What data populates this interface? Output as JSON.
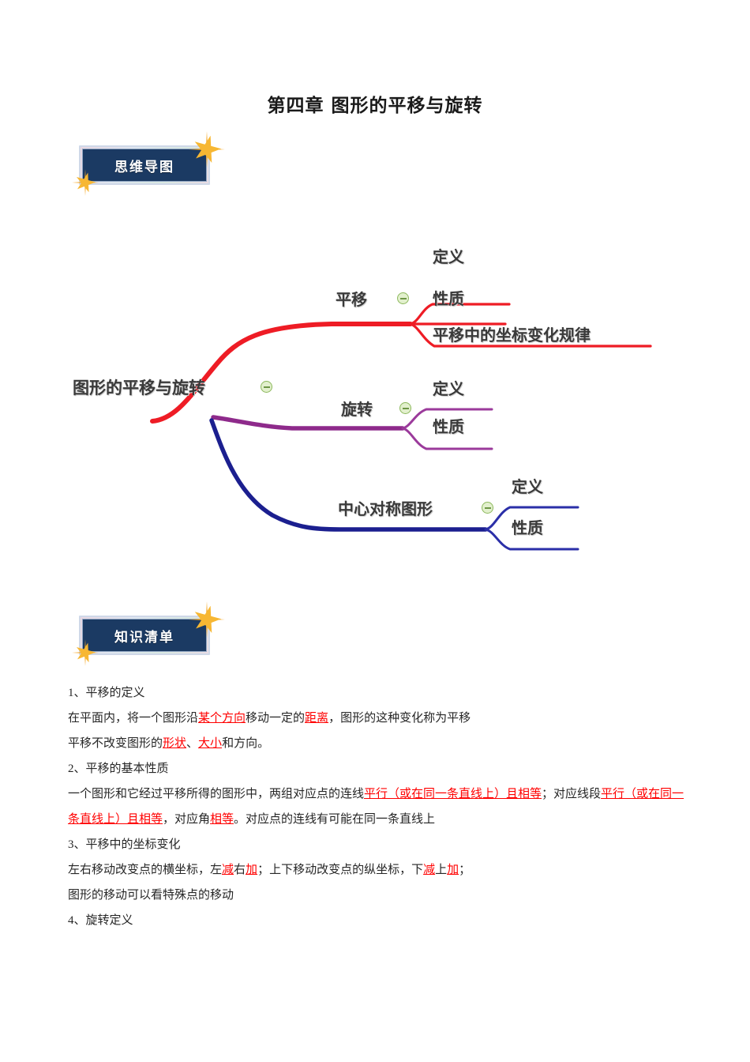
{
  "document": {
    "title": "第四章 图形的平移与旋转"
  },
  "badges": [
    {
      "label": "思维导图"
    },
    {
      "label": "知识清单"
    }
  ],
  "mindmap": {
    "root": "图形的平移与旋转",
    "branches": [
      {
        "label": "平移",
        "color": "#ee1c25",
        "children": [
          "定义",
          "性质",
          "平移中的坐标变化规律"
        ]
      },
      {
        "label": "旋转",
        "color": "#8e2a8b",
        "children": [
          "定义",
          "性质"
        ]
      },
      {
        "label": "中心对称图形",
        "color": "#1b1f8f",
        "children": [
          "定义",
          "性质"
        ]
      }
    ],
    "toggle_icon": "collapse-minus-icon"
  },
  "knowledge_list": [
    {
      "heading": "1、平移的定义"
    },
    {
      "segments": [
        {
          "t": "在平面内，将一个图形沿",
          "hl": false
        },
        {
          "t": "某个方向",
          "hl": true
        },
        {
          "t": "移动一定的",
          "hl": false
        },
        {
          "t": "距离",
          "hl": true
        },
        {
          "t": "，图形的这种变化称为平移",
          "hl": false
        }
      ]
    },
    {
      "segments": [
        {
          "t": "平移不改变图形的",
          "hl": false
        },
        {
          "t": "形状",
          "hl": true
        },
        {
          "t": "、",
          "hl": false
        },
        {
          "t": "大小",
          "hl": true
        },
        {
          "t": "和方向。",
          "hl": false
        }
      ]
    },
    {
      "heading": "2、平移的基本性质"
    },
    {
      "segments": [
        {
          "t": "一个图形和它经过平移所得的图形中，两组对应点的连线",
          "hl": false
        },
        {
          "t": "平行（或在同一条直线上）且相等",
          "hl": true
        },
        {
          "t": "；对应线段",
          "hl": false
        },
        {
          "t": "平行（或在同一条直线上）且相等",
          "hl": true
        },
        {
          "t": "，对应角",
          "hl": false
        },
        {
          "t": "相等",
          "hl": true
        },
        {
          "t": "。对应点的连线有可能在同一条直线上",
          "hl": false
        }
      ]
    },
    {
      "heading": "3、平移中的坐标变化"
    },
    {
      "segments": [
        {
          "t": "左右移动改变点的横坐标，左",
          "hl": false
        },
        {
          "t": "减",
          "hl": true
        },
        {
          "t": "右",
          "hl": false
        },
        {
          "t": "加",
          "hl": true
        },
        {
          "t": "；上下移动改变点的纵坐标，下",
          "hl": false
        },
        {
          "t": "减",
          "hl": true
        },
        {
          "t": "上",
          "hl": false
        },
        {
          "t": "加",
          "hl": true
        },
        {
          "t": "；",
          "hl": false
        }
      ]
    },
    {
      "segments": [
        {
          "t": "图形的移动可以看特殊点的移动",
          "hl": false
        }
      ]
    },
    {
      "heading": "4、旋转定义"
    }
  ]
}
